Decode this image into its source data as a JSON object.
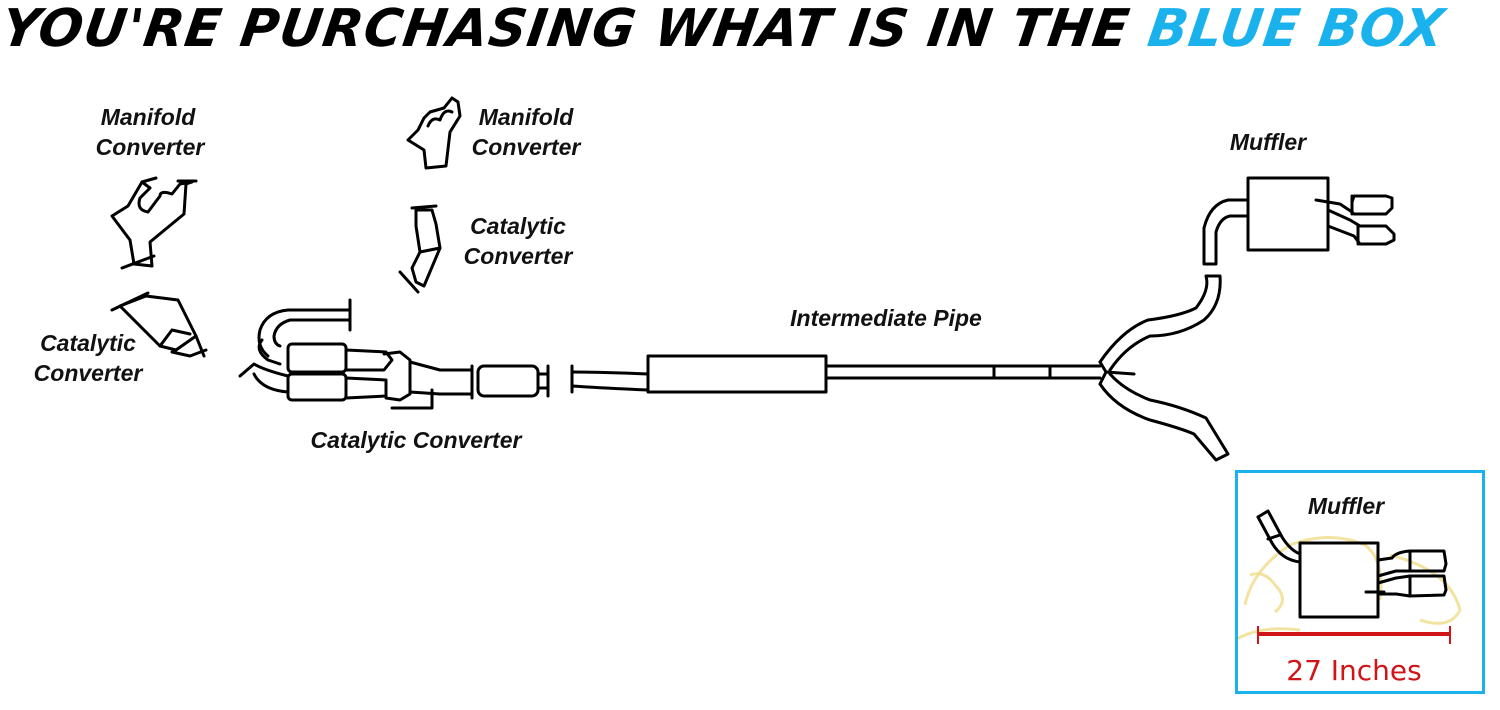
{
  "headline": {
    "prefix": "YOU'RE PURCHASING WHAT IS IN THE ",
    "highlight": "BLUE BOX",
    "highlight_color": "#1ab2ec"
  },
  "labels": {
    "manifold_left_line1": "Manifold",
    "manifold_left_line2": "Converter",
    "manifold_right_line1": "Manifold",
    "manifold_right_line2": "Converter",
    "cat_left_line1": "Catalytic",
    "cat_left_line2": "Converter",
    "cat_right_line1": "Catalytic",
    "cat_right_line2": "Converter",
    "cat_main": "Catalytic Converter",
    "intermediate_pipe": "Intermediate Pipe",
    "muffler_top": "Muffler",
    "muffler_box": "Muffler"
  },
  "blue_box": {
    "border_color": "#1ab2ec",
    "dimension_label": "27 Inches",
    "dimension_color": "#d01418"
  }
}
